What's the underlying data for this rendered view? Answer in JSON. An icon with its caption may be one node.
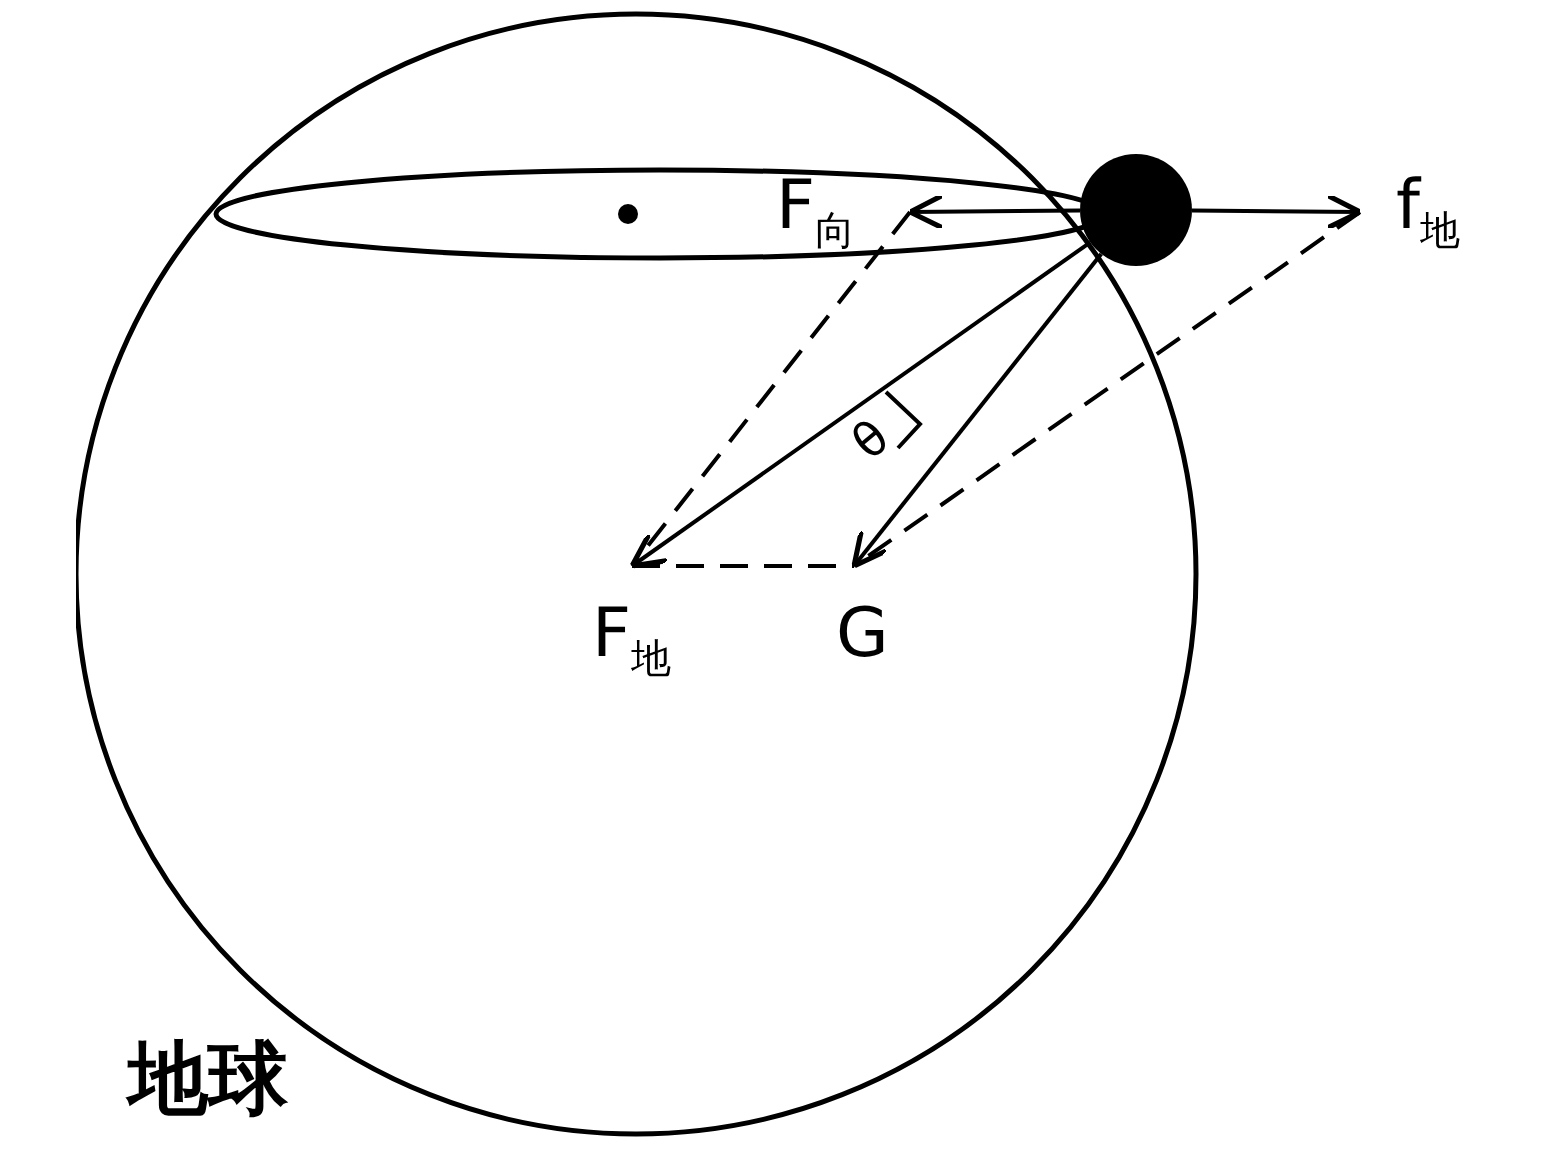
{
  "diagram": {
    "nodes": [
      {
        "text": [
          "地球"
        ]
      },
      {
        "text": [],
        "shape": "circle"
      },
      {
        "text": [
          "F$_{向}$"
        ],
        "in": 0
      },
      {
        "text": [
          "f$_{地}$"
        ]
      },
      {
        "text": [
          "F$_{地}$"
        ],
        "in": 0
      },
      {
        "text": [
          "G"
        ],
        "in": 0
      }
    ],
    "edges": [
      {
        "from": 1,
        "to": 2,
        "arrow": "to"
      },
      {
        "from": 1,
        "to": 3,
        "arrow": "to"
      },
      {
        "from": 1,
        "to": 4,
        "arrow": "to"
      },
      {
        "from": 1,
        "to": 5,
        "arrow": "to"
      }
    ],
    "labels": [
      "θ"
    ]
  }
}
